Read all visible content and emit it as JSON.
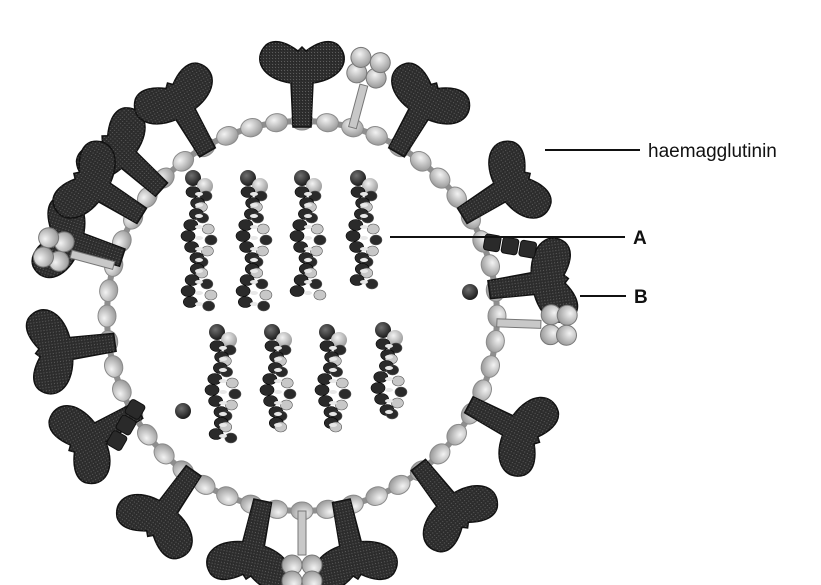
{
  "labels": {
    "haemagglutinin": "haemagglutinin",
    "a": "A",
    "b": "B"
  },
  "colors": {
    "envelope": "#9a9a9a",
    "bead_light": "#d4d4d4",
    "spike_dark": "#2e2e2e",
    "protein_light": "#c8c8c8",
    "rna_dark": "#2a2a2a",
    "leader_line": "#111111"
  }
}
